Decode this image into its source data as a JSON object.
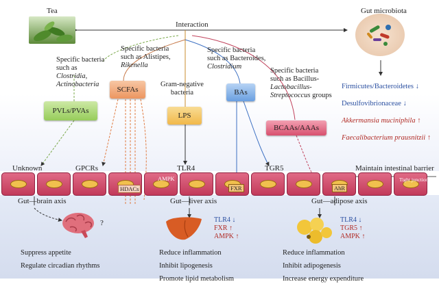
{
  "tea_label": "Tea",
  "interaction_label": "Interaction",
  "microbiota_label": "Gut microbiota",
  "bacteria_groups": {
    "g1": [
      "Specific bacteria",
      "such as",
      "Clostridia,",
      "Actinobacteria"
    ],
    "g2": [
      "Specific bacteria",
      "such as Alistipes,",
      "Rikenella"
    ],
    "g3": [
      "Gram-negative",
      "bacteria"
    ],
    "g4": [
      "Specific bacteria",
      "such as Bacteroides,",
      "Clostridium"
    ],
    "g5": [
      "Specific bacteria",
      "such as Bacillus-",
      "Lactobacillus-",
      "Streptococcus groups"
    ]
  },
  "metabolites": {
    "pvls": "PVLs/PVAs",
    "scfas": "SCFAs",
    "lps": "LPS",
    "bas": "BAs",
    "bcaas": "BCAAs/AAAs"
  },
  "microbe_changes": [
    {
      "text": "Firmicutes/Bacteroidetes ↓",
      "style": "blue"
    },
    {
      "text": "Desulfovibrionaceae ↓",
      "style": "blue"
    },
    {
      "text": "Akkermansia muciniphila ↑",
      "style": "red"
    },
    {
      "text": "Faecalibacterium prausnitzii ↑",
      "style": "red"
    }
  ],
  "receptors": {
    "unknown": "Unknown",
    "gpcrs": "GPCRs",
    "tlr4": "TLR4",
    "tgr5": "TGR5",
    "barrier": "Maintain intestinal barrier",
    "hdacs": "HDACs",
    "ampk": "AMPK",
    "fxr": "FXR",
    "ahr": "AhR",
    "tight": "Tight junctions"
  },
  "axes": {
    "brain": "Gut—brain axis",
    "liver": "Gut—liver axis",
    "adipose": "Gut—adipose axis"
  },
  "brain_mark": "?",
  "liver_markers": [
    "TLR4 ↓",
    "FXR ↑",
    "AMPK ↑"
  ],
  "adipose_markers": [
    "TLR4 ↓",
    "TGR5 ↑",
    "AMPK ↑"
  ],
  "effects": {
    "brain": [
      "Suppress appetite",
      "Regulate circadian rhythms"
    ],
    "liver": [
      "Reduce inflammation",
      "Inhibit lipogenesis",
      "Promote lipid metabolism"
    ],
    "adipose": [
      "Reduce inflammation",
      "Inhibit adipogenesis",
      "Increase energy expenditure"
    ]
  },
  "colors": {
    "pvls": "#a8d86a",
    "scfas": "#f0a070",
    "lps": "#f3c25a",
    "bas": "#7eaee6",
    "bcaas": "#e0607a",
    "cell": "#d14d6c",
    "nucleus": "#f1c04e"
  }
}
